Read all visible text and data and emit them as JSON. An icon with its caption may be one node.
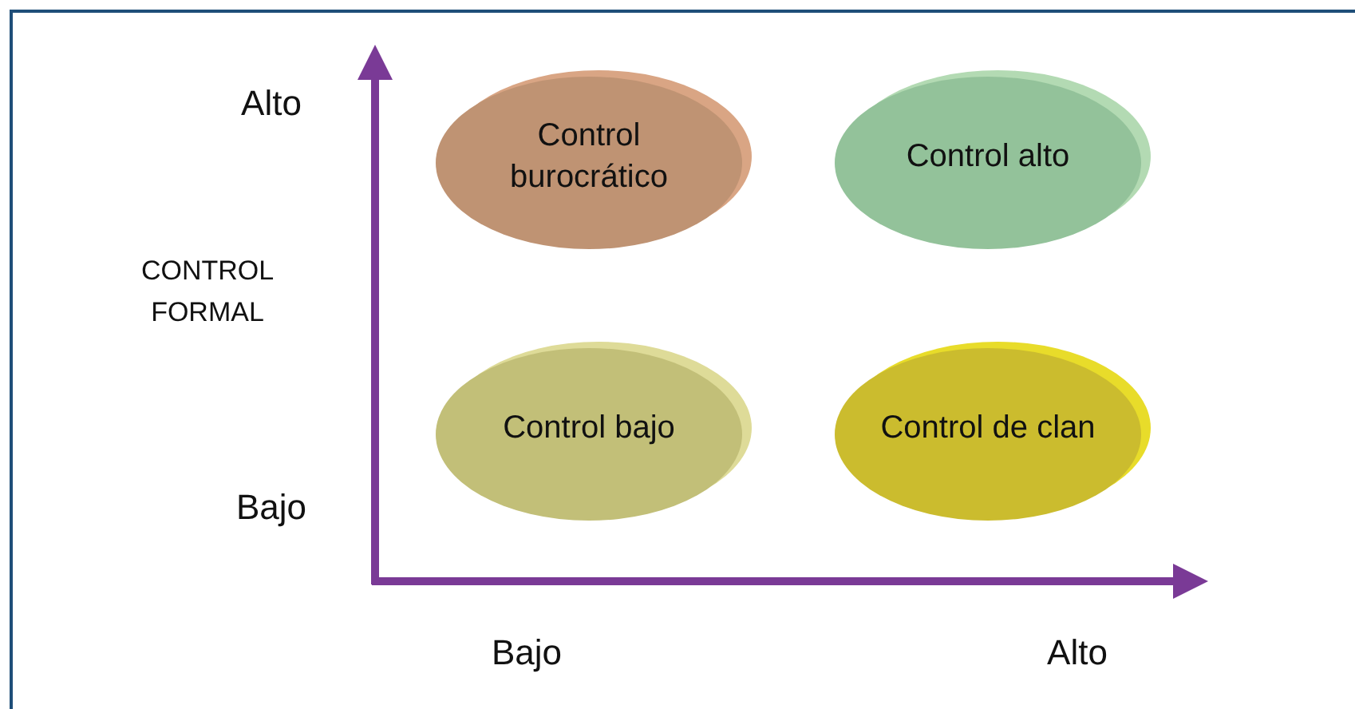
{
  "diagram": {
    "nodes": [
      {
        "text": [
          "Control burocrático"
        ]
      },
      {
        "text": [
          "Control alto"
        ]
      },
      {
        "text": [
          "Control bajo"
        ]
      },
      {
        "text": [
          "Control de clan"
        ]
      }
    ],
    "labels": [
      "Alto",
      "CONTROL FORMAL",
      "Bajo",
      "Bajo",
      "Alto"
    ]
  }
}
